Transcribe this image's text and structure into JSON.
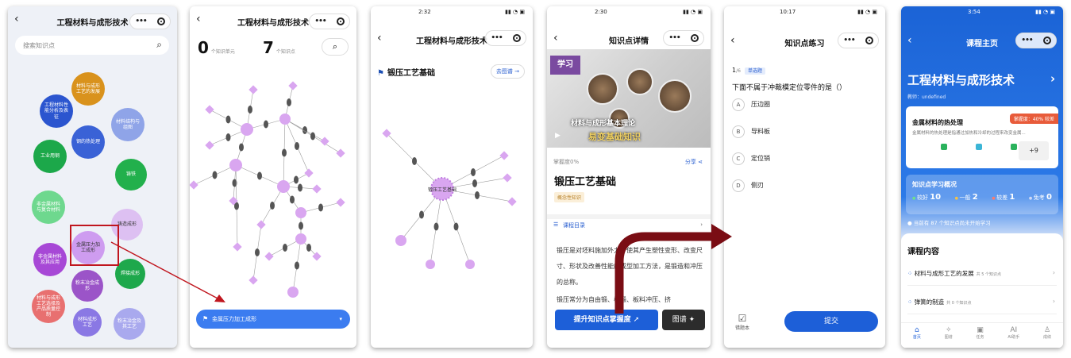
{
  "screen1": {
    "title": "工程材料与成形技术",
    "search_placeholder": "搜索知识点",
    "bubbles": [
      {
        "label": "材料与成形工艺的发展",
        "color": "#d9921c"
      },
      {
        "label": "工程材料性能分析及表征",
        "color": "#2b55cf"
      },
      {
        "label": "材料结构与组图",
        "color": "#8fa4e8"
      },
      {
        "label": "钢的热处理",
        "color": "#3a62d6"
      },
      {
        "label": "工业用钢",
        "color": "#1ca84a"
      },
      {
        "label": "铸铁",
        "color": "#22b04c"
      },
      {
        "label": "非金属材料与复合材料",
        "color": "#6ed88e"
      },
      {
        "label": "铸造成形",
        "color": "#ddc0f2"
      },
      {
        "label": "非金属材料及其应用",
        "color": "#a748d6"
      },
      {
        "label": "金属压力加工成形",
        "color": "#ce9cf0"
      },
      {
        "label": "焊接成形",
        "color": "#1ea84c"
      },
      {
        "label": "粉末冶金成形",
        "color": "#9b54c8"
      },
      {
        "label": "材料与成形工艺选择及产品质量控制",
        "color": "#e87070"
      },
      {
        "label": "粉末冶金及其工艺",
        "color": "#a9a9ee"
      },
      {
        "label": "材料成形工艺",
        "color": "#8a78e4"
      }
    ]
  },
  "screen2": {
    "title": "工程材料与成形技术",
    "units_count": "0",
    "units_label": "个知识单元",
    "points_count": "7",
    "points_label": "个知识点",
    "bottom_label": "金属压力加工成形"
  },
  "screen3": {
    "time": "2:32",
    "title": "工程材料与成形技术",
    "heading": "锻压工艺基础",
    "go_map": "去图谱 →",
    "center_label": "锻压工艺基础"
  },
  "screen4": {
    "time": "2:30",
    "title": "知识点详情",
    "banner_stamp": "学习",
    "banner_caption": "材料与成形基本理论",
    "banner_caption2": "易变基础知识",
    "mastery": "掌握度0%",
    "share": "分享",
    "knowledge_title": "锻压工艺基础",
    "tag": "概念性知识",
    "catalog": "课程目录",
    "paragraph1": "锻压是对坯料施加外力，使其产生塑性变形、改变尺寸、形状及改善性能的成型加工方法，是锻造和冲压的总称。",
    "paragraph2": "锻压常分为自由锻、模锻、板料冲压、挤",
    "btn_mastery": "提升知识点掌握度",
    "btn_map": "图谱"
  },
  "screen5": {
    "time": "10:17",
    "title": "知识点练习",
    "q_index": "1",
    "q_total": "/6",
    "q_type": "单选题",
    "question": "下面不属于冲裁模定位零件的是（）",
    "options": [
      {
        "key": "A",
        "text": "压边圈"
      },
      {
        "key": "B",
        "text": "导料板"
      },
      {
        "key": "C",
        "text": "定位销"
      },
      {
        "key": "D",
        "text": "侧刃"
      }
    ],
    "err_book": "错题本",
    "submit": "提交"
  },
  "screen6": {
    "time": "3:54",
    "title": "课程主页",
    "course_title": "工程材料与成形技术",
    "teacher": "教师：undefined",
    "card_mastery": "掌握度：40% 较差",
    "card_title": "金属材料的热处理",
    "card_desc": "金属材料的热处理是指通过加热和冷却的过程来改变金属...",
    "card_plus": "+9",
    "overview_title": "知识点学习概况",
    "stats": [
      {
        "label": "较好",
        "value": "10"
      },
      {
        "label": "一般",
        "value": "2"
      },
      {
        "label": "较差",
        "value": "1"
      },
      {
        "label": "免考",
        "value": "0"
      }
    ],
    "not_started": "当前有 87 个知识点尚未开始学习",
    "content_heading": "课程内容",
    "items": [
      {
        "title": "材料与成形工艺的发展",
        "count": "共 5 个知识点"
      },
      {
        "title": "弹簧的制造",
        "count": "共 0 个知识点"
      }
    ],
    "tabs": [
      "首页",
      "图谱",
      "任务",
      "AI助手",
      "成绩"
    ]
  },
  "colors": {
    "primary": "#1d5fd8",
    "highlight_red": "#c0161e",
    "node_purple": "#d9a6f0"
  }
}
